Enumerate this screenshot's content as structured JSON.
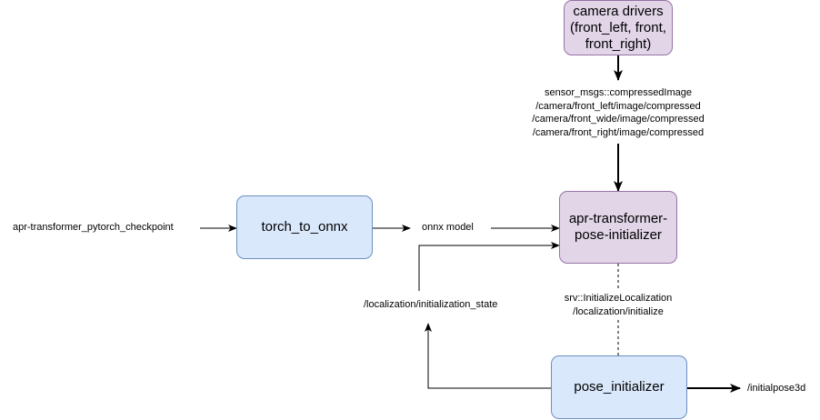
{
  "nodes": {
    "camera_drivers": "camera drivers\n(front_left, front,\nfront_right)",
    "torch_to_onnx": "torch_to_onnx",
    "apr_transformer": "apr-transformer-\npose-initializer",
    "pose_initializer": "pose_initializer"
  },
  "labels": {
    "camera_topics": "sensor_msgs::compressedImage\n/camera/front_left/image/compressed\n/camera/front_wide/image/compressed\n/camera/front_right/image/compressed",
    "checkpoint": "apr-transformer_pytorch_checkpoint",
    "onnx_model": "onnx model",
    "init_state": "/localization/initialization_state",
    "srv": "srv::InitializeLocalization\n/localization/initialize",
    "initialpose": "/initialpose3d"
  },
  "colors": {
    "blue_fill": "#dae8fc",
    "blue_stroke": "#6c8ebf",
    "purple_fill": "#e1d5e7",
    "purple_stroke": "#9673a6"
  }
}
